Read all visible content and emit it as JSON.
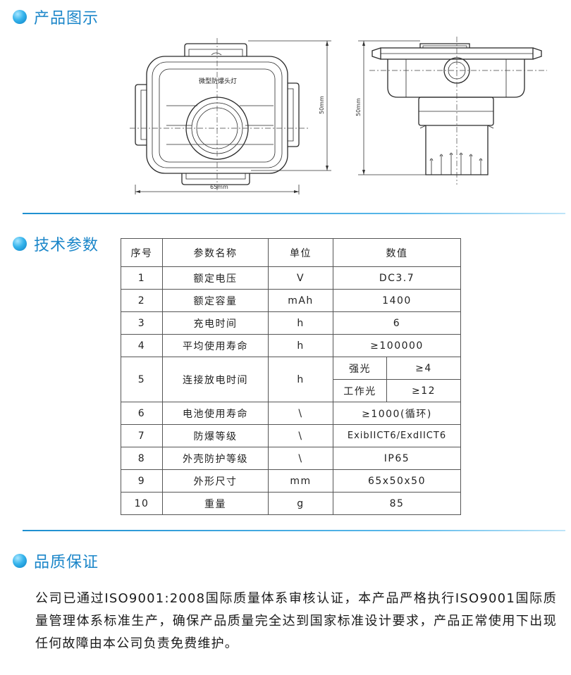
{
  "sections": {
    "diagram_title": "产品图示",
    "params_title": "技术参数",
    "quality_title": "品质保证"
  },
  "diagram": {
    "front_label": "微型防爆头灯",
    "dim_width": "65mm",
    "dim_height_front": "50mm",
    "dim_height_side": "50mm"
  },
  "table": {
    "headers": [
      "序号",
      "参数名称",
      "单位",
      "数值"
    ],
    "rows": [
      {
        "no": "1",
        "name": "额定电压",
        "unit": "V",
        "value": "DC3.7"
      },
      {
        "no": "2",
        "name": "额定容量",
        "unit": "mAh",
        "value": "1400"
      },
      {
        "no": "3",
        "name": "充电时间",
        "unit": "h",
        "value": "6"
      },
      {
        "no": "4",
        "name": "平均使用寿命",
        "unit": "h",
        "value": "≥100000"
      },
      {
        "no": "5",
        "name": "连接放电时间",
        "unit": "h",
        "sub": [
          {
            "label": "强光",
            "value": "≥4"
          },
          {
            "label": "工作光",
            "value": "≥12"
          }
        ]
      },
      {
        "no": "6",
        "name": "电池使用寿命",
        "unit": "\\",
        "value": "≥1000(循环)"
      },
      {
        "no": "7",
        "name": "防爆等级",
        "unit": "\\",
        "value": "ExibIICT6/ExdIICT6"
      },
      {
        "no": "8",
        "name": "外壳防护等级",
        "unit": "\\",
        "value": "IP65"
      },
      {
        "no": "9",
        "name": "外形尺寸",
        "unit": "mm",
        "value": "65x50x50"
      },
      {
        "no": "10",
        "name": "重量",
        "unit": "g",
        "value": "85"
      }
    ]
  },
  "quality": {
    "text": "公司已通过ISO9001:2008国际质量体系审核认证，本产品严格执行ISO9001国际质量管理体系标准生产，确保产品质量完全达到国家标准设计要求，产品正常使用下出现任何故障由本公司负责免费维护。"
  },
  "colors": {
    "accent": "#1b86c9",
    "divider": "#1e8fd0"
  }
}
